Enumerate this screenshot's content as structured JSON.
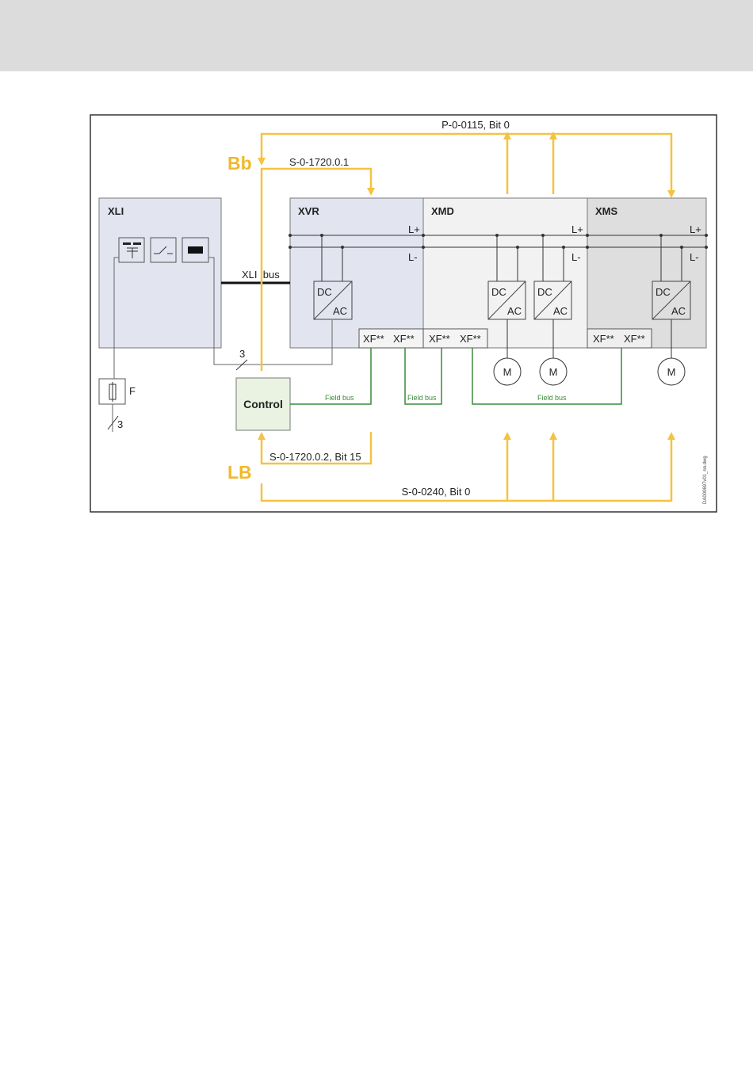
{
  "colors": {
    "header_band": "#dcdcdc",
    "signal_yellow": "#f5c342",
    "bb_lb_label": "#f0b92c",
    "field_bus_green": "#3a8a3a",
    "xli_fill": "#e2e5f0",
    "xvr_fill": "#e2e5f0",
    "xmd_fill": "#f2f2f2",
    "xms_fill": "#dedede",
    "control_fill": "#eaf3e2"
  },
  "labels": {
    "bb": "Bb",
    "lb": "LB",
    "p_0_0115": "P-0-0115, Bit 0",
    "s_1720_1": "S-0-1720.0.1",
    "s_1720_2": "S-0-1720.0.2, Bit 15",
    "s_0240": "S-0-0240, Bit 0",
    "xli_bus": "XLI  bus",
    "three": "3",
    "three_b": "3",
    "fuse": "F",
    "control": "Control",
    "doc_id": "DA000697v01_nn.dwg"
  },
  "modules": {
    "xli": "XLI",
    "xvr": "XVR",
    "xmd": "XMD",
    "xms": "XMS"
  },
  "rails": {
    "plus": "L+",
    "minus": "L-"
  },
  "converters": {
    "dc": "DC",
    "ac": "AC"
  },
  "motor": "M",
  "connectors": {
    "xf": "XF**"
  },
  "field_bus": "Field bus",
  "icons": {
    "rectifier": "dc-capacitor-icon",
    "switch": "switch-icon",
    "filter": "block-icon",
    "fuse": "fuse-icon"
  }
}
